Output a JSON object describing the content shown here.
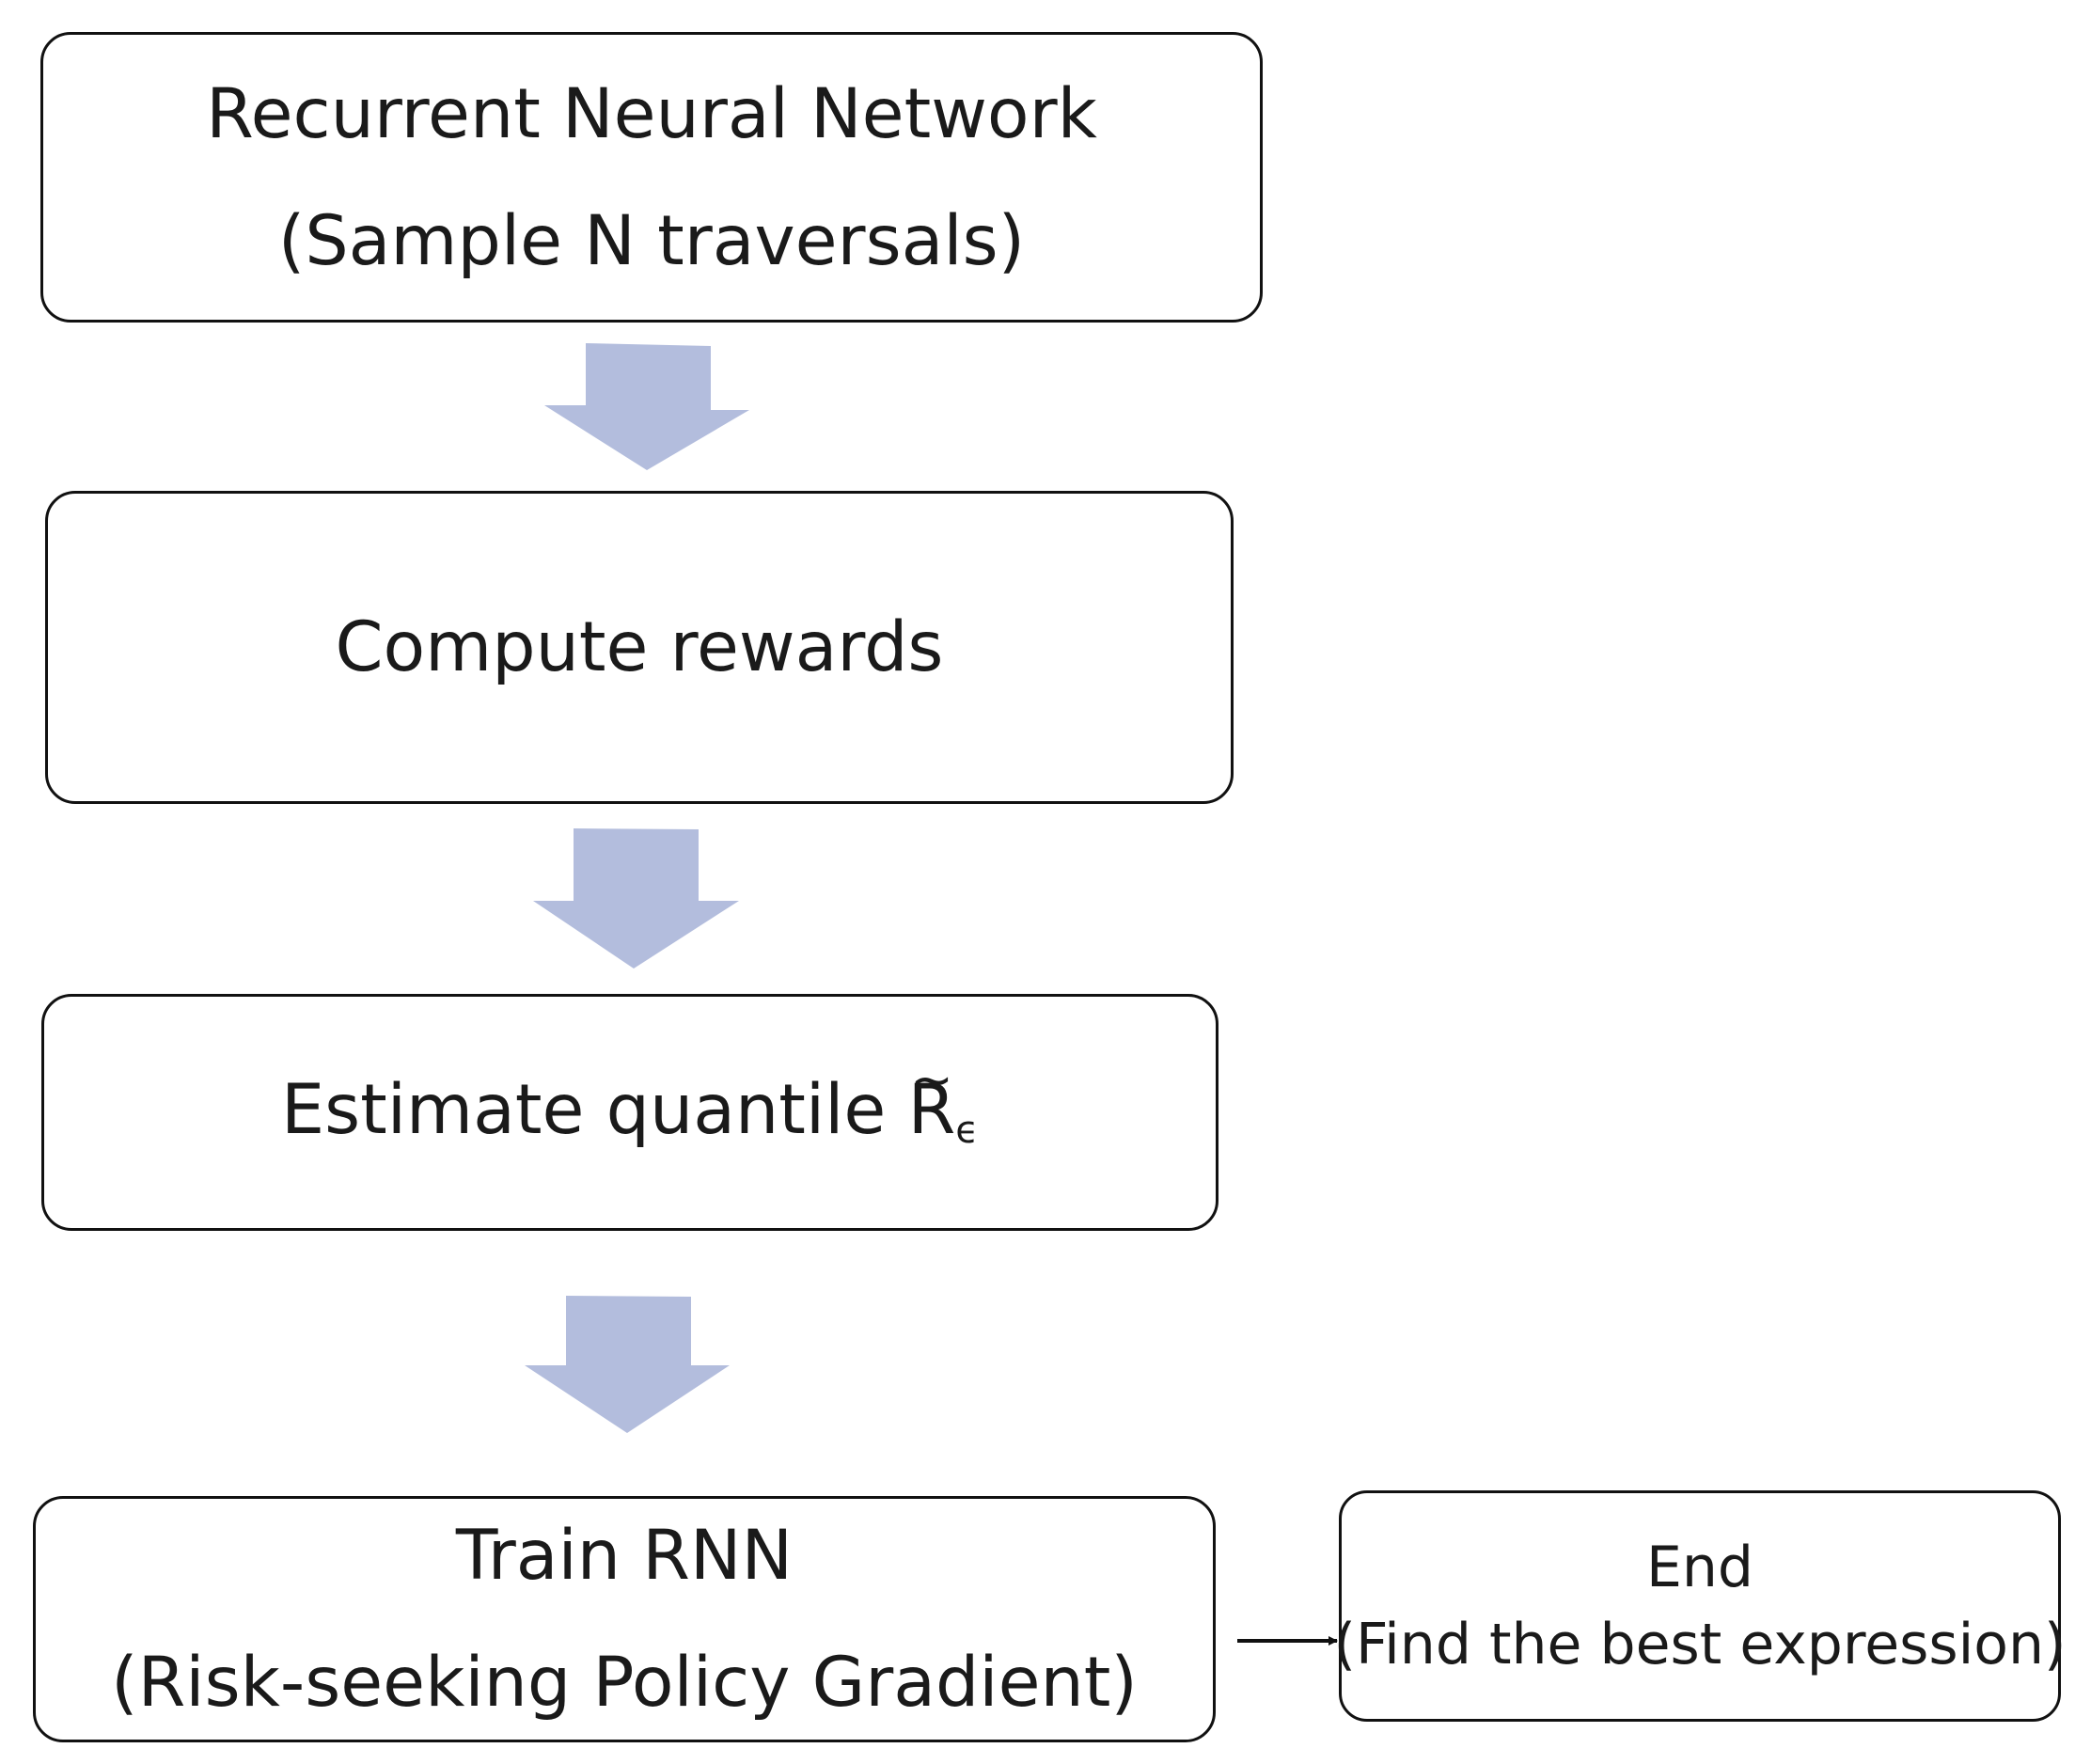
{
  "diagram": {
    "boxes": {
      "rnn": {
        "line1": "Recurrent Neural Network",
        "line2": "(Sample N traversals)"
      },
      "rewards": {
        "line1": "Compute rewards"
      },
      "quantile": {
        "text": "Estimate quantile ",
        "symbol": "R",
        "accent": "~",
        "subscript": "ϵ"
      },
      "train": {
        "line1": "Train RNN",
        "line2": "(Risk-seeking Policy Gradient)"
      },
      "end": {
        "line1": "End",
        "line2": "(Find the best expression)"
      }
    },
    "colors": {
      "block_arrow": "#b3bddd",
      "box_border": "#111111",
      "connector": "#111111"
    }
  }
}
